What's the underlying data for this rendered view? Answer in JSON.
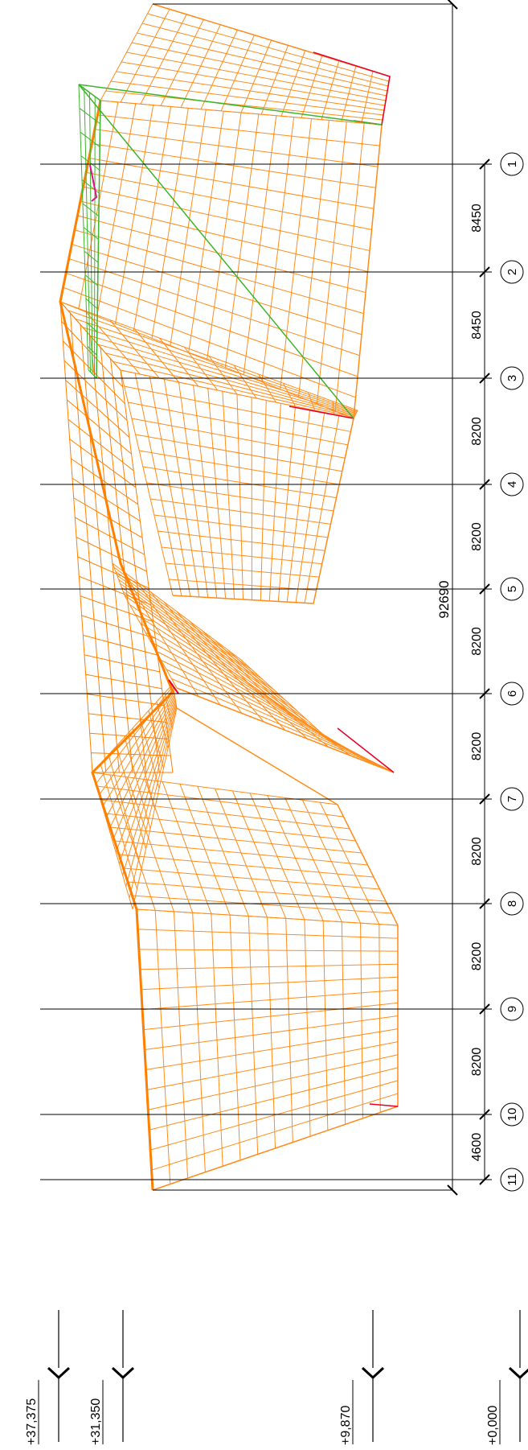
{
  "drawing": {
    "overall_dimension": "92690",
    "grid_axes": [
      {
        "label": "1",
        "spacing_to_next": "8450"
      },
      {
        "label": "2",
        "spacing_to_next": "8450"
      },
      {
        "label": "3",
        "spacing_to_next": "8200"
      },
      {
        "label": "4",
        "spacing_to_next": "8200"
      },
      {
        "label": "5",
        "spacing_to_next": "8200"
      },
      {
        "label": "6",
        "spacing_to_next": "8200"
      },
      {
        "label": "7",
        "spacing_to_next": "8200"
      },
      {
        "label": "8",
        "spacing_to_next": "8200"
      },
      {
        "label": "9",
        "spacing_to_next": "8200"
      },
      {
        "label": "10",
        "spacing_to_next": "4600"
      },
      {
        "label": "11",
        "spacing_to_next": ""
      }
    ],
    "levels": [
      {
        "label": "+37,375"
      },
      {
        "label": "+31,350"
      },
      {
        "label": "+9,870"
      },
      {
        "label": "+0,000"
      }
    ],
    "colors": {
      "mesh": "#ff8c1a",
      "mesh_dense": "#ff7f00",
      "edge_red": "#e8002a",
      "edge_green": "#3cb52a",
      "edge_magenta": "#e0108a",
      "lines": "#000000"
    }
  }
}
